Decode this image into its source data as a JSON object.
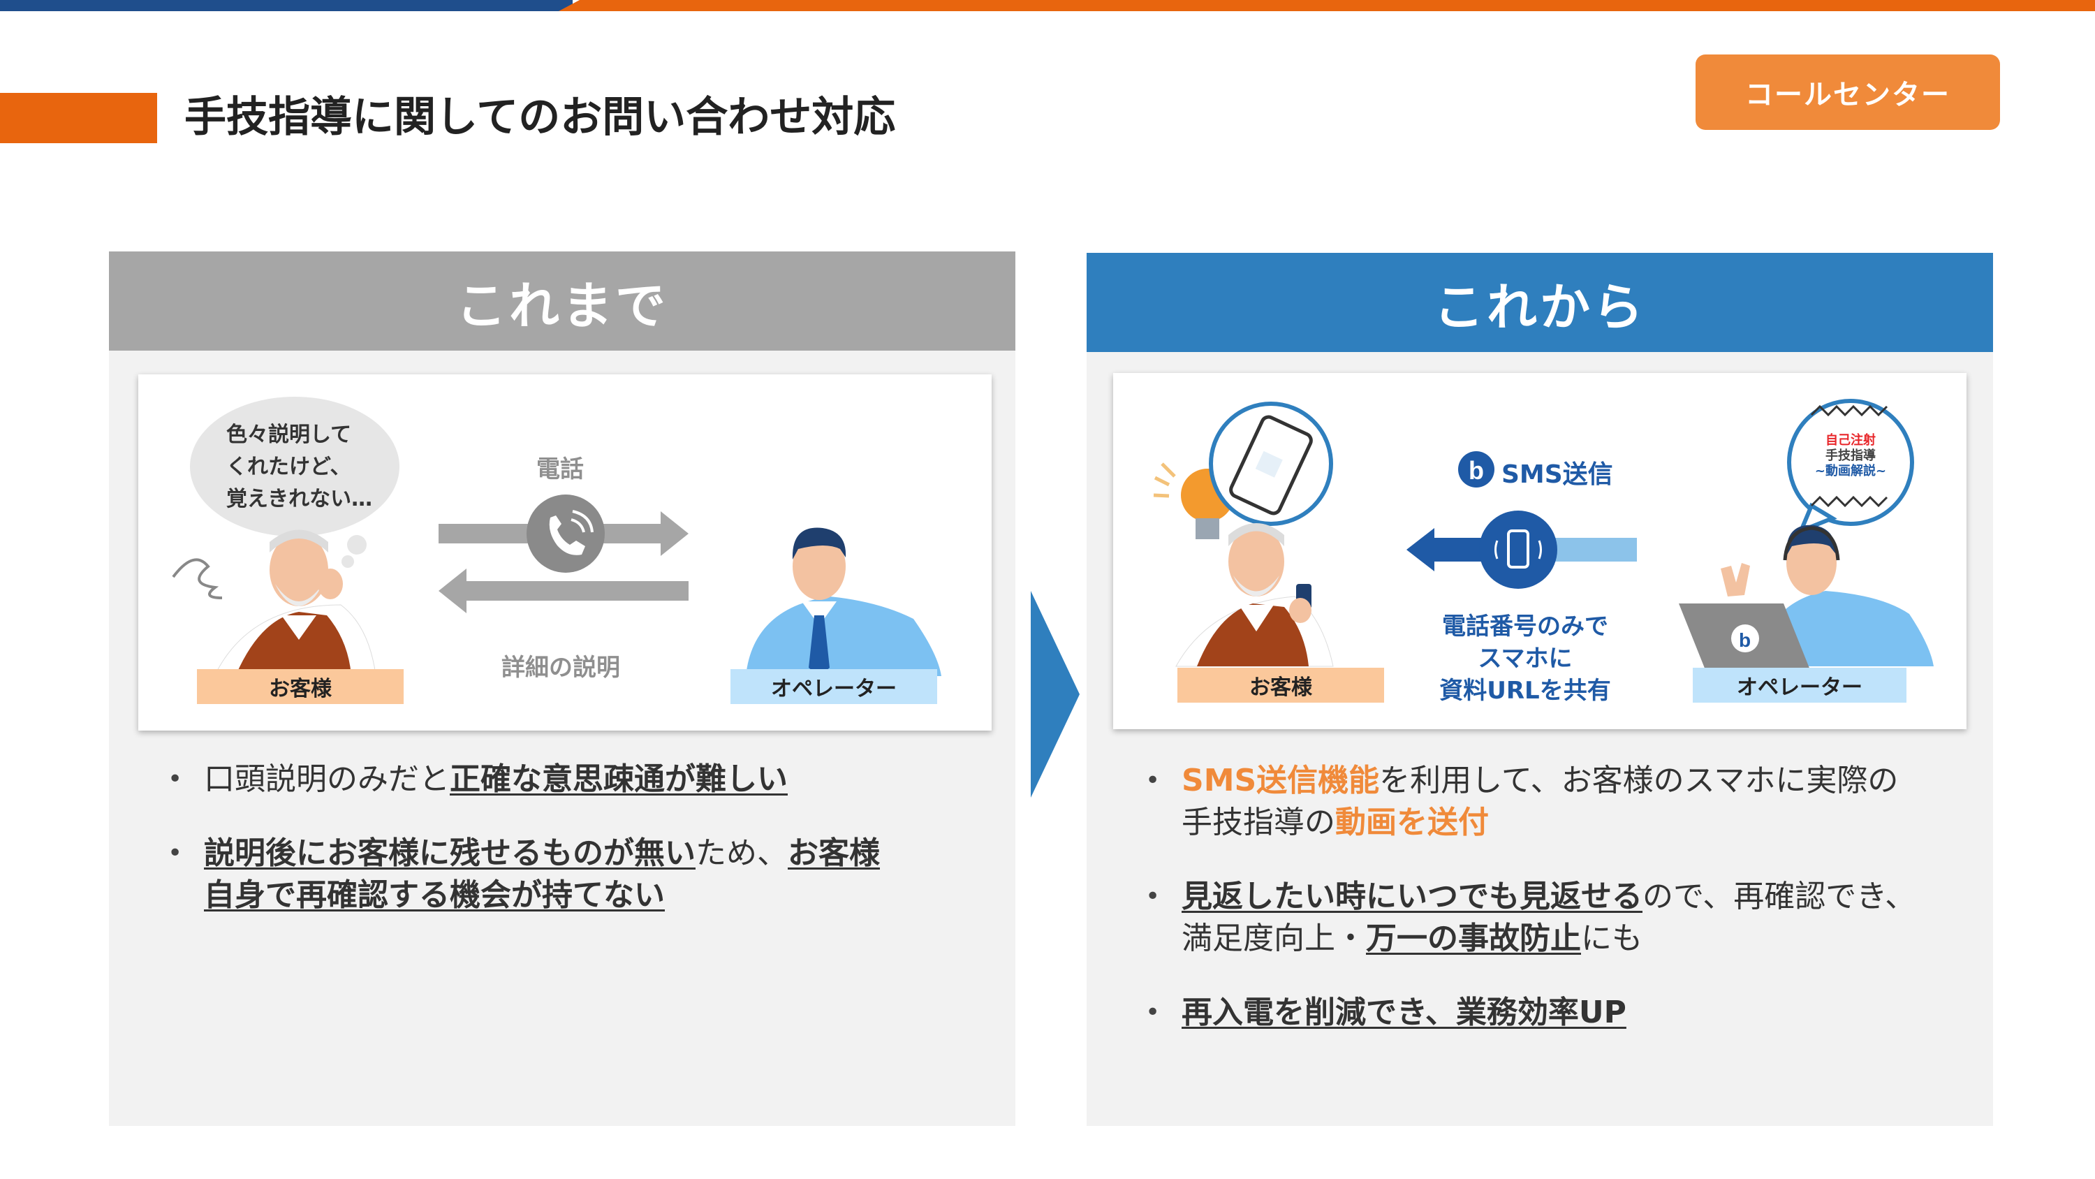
{
  "header": {
    "title": "手技指導に関してのお問い合わせ対応",
    "badge": "コールセンター"
  },
  "before": {
    "heading": "これまで",
    "illustration": {
      "speech_lines": [
        "色々説明して",
        "くれたけど、",
        "覚えきれない…"
      ],
      "phone_label": "電話",
      "detail_label": "詳細の説明",
      "customer_label": "お客様",
      "operator_label": "オペレーター"
    },
    "bullets": {
      "b1_plain": "口頭説明のみだと",
      "b1_bold": "正確な意思疎通が難しい",
      "b2_bold1": "説明後にお客様に残せるものが無い",
      "b2_plain": "ため、",
      "b2_bold2a": "お客様",
      "b2_bold2b": "自身で再確認する機会が持てない"
    }
  },
  "after": {
    "heading": "これから",
    "illustration": {
      "sms_label": "SMS送信",
      "share_lines": [
        "電話番号のみで",
        "スマホに",
        "資料URLを共有"
      ],
      "bubble_lines": [
        "自己注射",
        "手技指導",
        "~動画解説~"
      ],
      "customer_label": "お客様",
      "operator_label": "オペレーター"
    },
    "bullets": {
      "b1_orange": "SMS送信機能",
      "b1_plain": "を利用して、お客様のスマホに実際の",
      "b1_plain2": "手技指導の",
      "b1_orange2": "動画を送付",
      "b2_bold": "見返したい時にいつでも見返せる",
      "b2_plain": "ので、再確認でき、",
      "b2_plain2": "満足度向上・",
      "b2_bold2": "万一の事故防止",
      "b2_plain3": "にも",
      "b3_bold": "再入電を削減でき、業務効率UP"
    }
  },
  "colors": {
    "accent_orange": "#e8650e",
    "badge_orange": "#f08a3a",
    "blue": "#2f7fbe",
    "gray": "#a6a6a6"
  }
}
